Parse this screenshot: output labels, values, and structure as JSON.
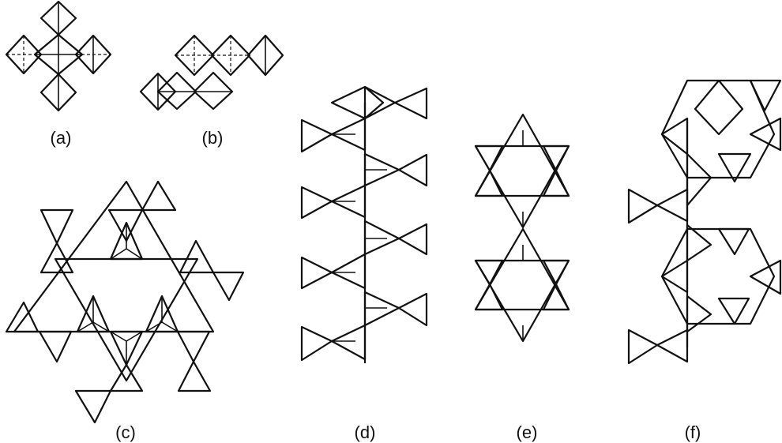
{
  "figure": {
    "panels": [
      {
        "id": "a",
        "label": "(a)"
      },
      {
        "id": "b",
        "label": "(b)"
      },
      {
        "id": "c",
        "label": "(c)"
      },
      {
        "id": "d",
        "label": "(d)"
      },
      {
        "id": "e",
        "label": "(e)"
      },
      {
        "id": "f",
        "label": "(f)"
      }
    ]
  },
  "colors": {
    "line": "#111111",
    "background": "#ffffff",
    "stipple": "#111111"
  }
}
